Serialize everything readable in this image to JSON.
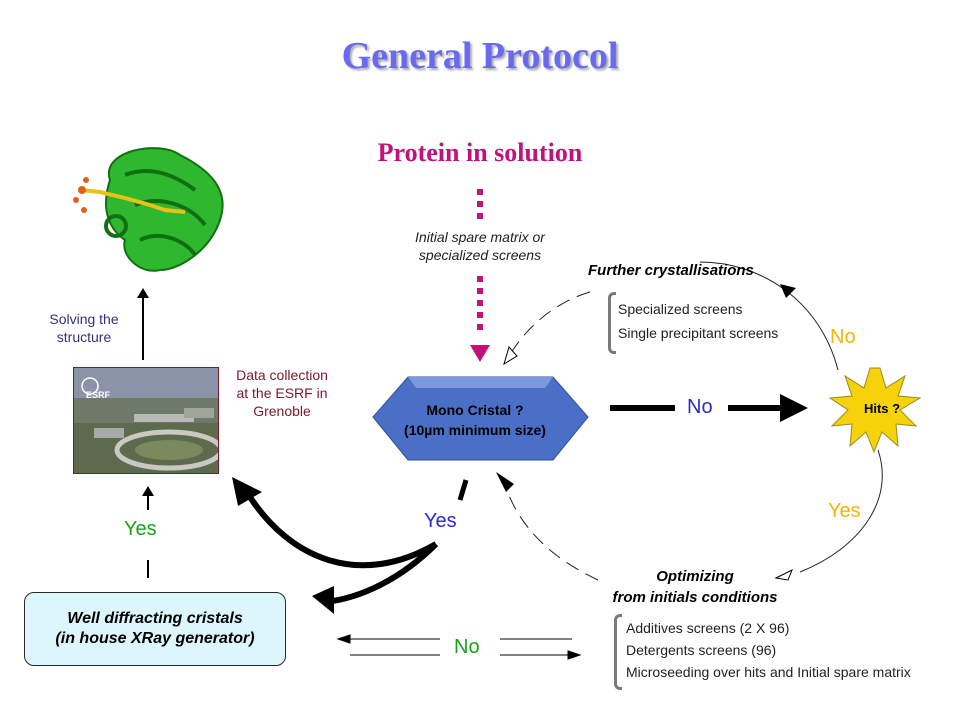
{
  "title": "General Protocol",
  "protein_in_solution": "Protein in solution",
  "initial_screens": [
    "Initial spare matrix  or",
    "specialized screens"
  ],
  "further_crystallisations": {
    "heading": "Further crystallisations",
    "items": [
      "Specialized screens",
      "Single precipitant screens"
    ]
  },
  "mono_cristal": {
    "line1": "Mono Cristal ?",
    "line2": "(10µm minimum size)"
  },
  "hits": "Hits ?",
  "no_top_right": "No",
  "no_middle": "No",
  "yes_right": "Yes",
  "yes_middle": "Yes",
  "yes_left": "Yes",
  "no_bottom": "No",
  "optimizing": {
    "heading_line1": "Optimizing",
    "heading_line2": "from initials conditions",
    "items": [
      "Additives screens (2 X 96)",
      "Detergents screens (96)",
      "Microseeding over hits and Initial spare matrix"
    ]
  },
  "solving": [
    "Solving the",
    "structure"
  ],
  "data_collection": [
    "Data collection",
    "at the ESRF in",
    "Grenoble"
  ],
  "esrf_logo_text": "ESRF",
  "well_diffracting": {
    "line1": "Well diffracting cristals",
    "line2": "(in house XRay generator)"
  },
  "colors": {
    "title": "#6a6af0",
    "protein": "#c0127a",
    "crystal": "#4a6fc7",
    "star": "#f5d20a",
    "yes_no_yellow": "#f2b800",
    "yes_green": "#1aa31a",
    "blue_text": "#2a2ad0",
    "box_fill": "#ddf6fb"
  },
  "icons": [
    "protein-structure-icon",
    "esrf-aerial-photo",
    "crystal-shape",
    "starburst-icon"
  ]
}
